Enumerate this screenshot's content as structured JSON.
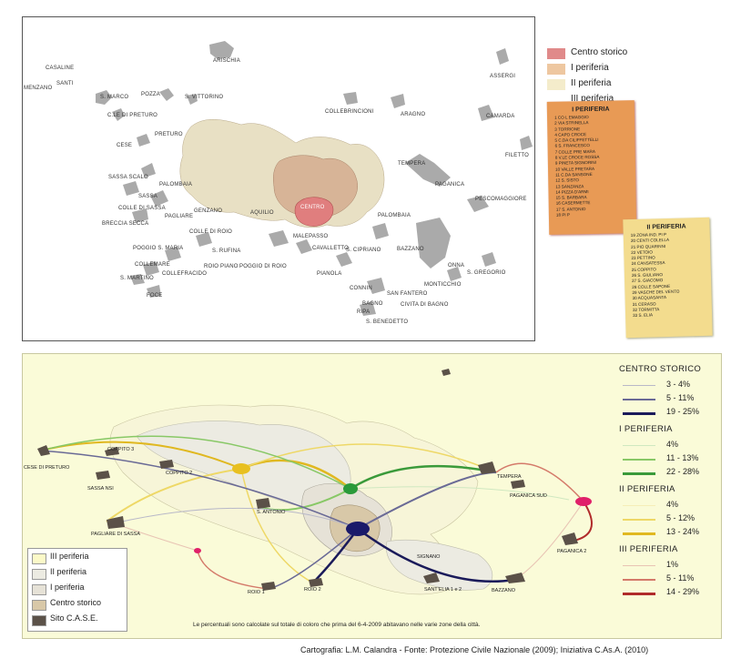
{
  "legend_top": {
    "items": [
      {
        "label": "Centro storico",
        "color": "#e08a8a"
      },
      {
        "label": "I periferia",
        "color": "#eec7a0"
      },
      {
        "label": "II periferia",
        "color": "#f4eccb"
      },
      {
        "label": "III periferia",
        "color": "#ffffff"
      }
    ]
  },
  "list_i": {
    "title": "I PERIFERIA",
    "items": [
      "1 CO L EMAGGIO",
      "2 VIA STRINELLA",
      "3 TORRIONE",
      "4 CAPO CROCE",
      "5 C.DA CILIFFETTELLI",
      "6 S. FRANCESCO",
      "7 COLLE PRE MARA",
      "8 V.LE CROCE ROSSA",
      "9 PINETA SIGNORINI",
      "10 VALLE PRETARA",
      "11 C.DA SANSONE",
      "12 S. SISTO",
      "13 SANZANZA",
      "14 PIZZA D'ARMI",
      "15 S. BARBARA",
      "16 CASERMETTE",
      "17 S. ANTONIO",
      "18 PI P"
    ]
  },
  "list_ii": {
    "title": "II PERIFERIA",
    "items": [
      "19 ZONA IND. PI P",
      "20 CENTI COLELLA",
      "21 PIO QUARINNI",
      "22 VETOIO",
      "23 PETTINO",
      "24 CANSATESSA",
      "25 COPPITO",
      "26 S. GIULIANO",
      "27 S. GIACOMO",
      "28 COLLE SAPONE",
      "29 VASCHE DEL VENTO",
      "30 ACQUASANTA",
      "31 CERASO",
      "32 TORMITTA",
      "33 S. ELIA"
    ]
  },
  "map_top_labels": [
    "ARISCHIA",
    "CASALINE",
    "SANTI",
    "MENZANO",
    "S. MARCO",
    "POZZA",
    "S. VITTORINO",
    "C.LE DI PRETURO",
    "PRETURO",
    "CESE",
    "SASSA SCALO",
    "PALOMBAIA",
    "SASSA",
    "COLLE DI SASSA",
    "PAGLIARE",
    "GENZANO",
    "BRECCIA SECCA",
    "ASSERGI",
    "COLLEBRINCIONI",
    "ARAGNO",
    "CAMARDA",
    "FILETTO",
    "TEMPERA",
    "PAGANICA",
    "PESCOMAGGIORE",
    "CENTRO",
    "AQUILIO",
    "PALOMBAIA",
    "MALEPASSO",
    "COLLE DI ROIO",
    "POGGIO S. MARIA",
    "COLLEMARE",
    "S. MARTINO",
    "FOCE",
    "S. RUFINA",
    "ROIO PIANO",
    "POGGIO DI ROIO",
    "COLLEFRACIDO",
    "PIANOLA",
    "CAVALLETTO",
    "S. CIPRIANO",
    "BAZZANO",
    "ONNA",
    "S. GREGORIO",
    "MONTICCHIO",
    "CONNIN",
    "SAN FANTERO",
    "BAGNO",
    "CIVITA DI BAGNO",
    "RIPA",
    "S. BENEDETTO"
  ],
  "map_bottom_labels": [
    "CESE DI PRETURO",
    "COPPITO 3",
    "COPPITO 2",
    "SASSA NSI",
    "PAGLIARE DI SASSA",
    "S. ANTONIO",
    "TEMPERA",
    "PAGANICA SUD",
    "PAGANICA 2",
    "SIGNANO",
    "SANT'ELIA 1 e 2",
    "BAZZANO",
    "ROIO 2",
    "ROIO 1"
  ],
  "legend_bottom": {
    "items": [
      {
        "label": "III periferia",
        "color": "#fbf9c8"
      },
      {
        "label": "II periferia",
        "color": "#ecebe2"
      },
      {
        "label": "I periferia",
        "color": "#e6e2d7"
      },
      {
        "label": "Centro storico",
        "color": "#d8c8a8"
      },
      {
        "label": "Sito C.A.S.E.",
        "color": "#5b5148"
      }
    ]
  },
  "flow_legend": [
    {
      "heading": "CENTRO STORICO",
      "rows": [
        {
          "label": "3 - 4%",
          "color": "#b8b8c8",
          "width": 1
        },
        {
          "label": "5 - 11%",
          "color": "#6a6a96",
          "width": 2
        },
        {
          "label": "19 - 25%",
          "color": "#1a1a5a",
          "width": 3
        }
      ]
    },
    {
      "heading": "I PERIFERIA",
      "rows": [
        {
          "label": "4%",
          "color": "#cfe8c0",
          "width": 1
        },
        {
          "label": "11 - 13%",
          "color": "#88c866",
          "width": 2
        },
        {
          "label": "22 - 28%",
          "color": "#3a9a3a",
          "width": 3
        }
      ]
    },
    {
      "heading": "II PERIFERIA",
      "rows": [
        {
          "label": "4%",
          "color": "#f5eeb8",
          "width": 1
        },
        {
          "label": "5 - 12%",
          "color": "#eed866",
          "width": 2
        },
        {
          "label": "13 - 24%",
          "color": "#e0b820",
          "width": 3
        }
      ]
    },
    {
      "heading": "III PERIFERIA",
      "rows": [
        {
          "label": "1%",
          "color": "#e8c4b4",
          "width": 1
        },
        {
          "label": "5 - 11%",
          "color": "#d47a6a",
          "width": 2
        },
        {
          "label": "14 - 29%",
          "color": "#b02a2a",
          "width": 3
        }
      ]
    }
  ],
  "note": "Le percentuali sono calcolate sul totale di coloro che prima del 6-4-2009 abitavano nelle varie zone della città.",
  "credits": "Cartografia: L.M. Calandra - Fonte: Protezione Civile Nazionale (2009); Iniziativa C.As.A. (2010)"
}
